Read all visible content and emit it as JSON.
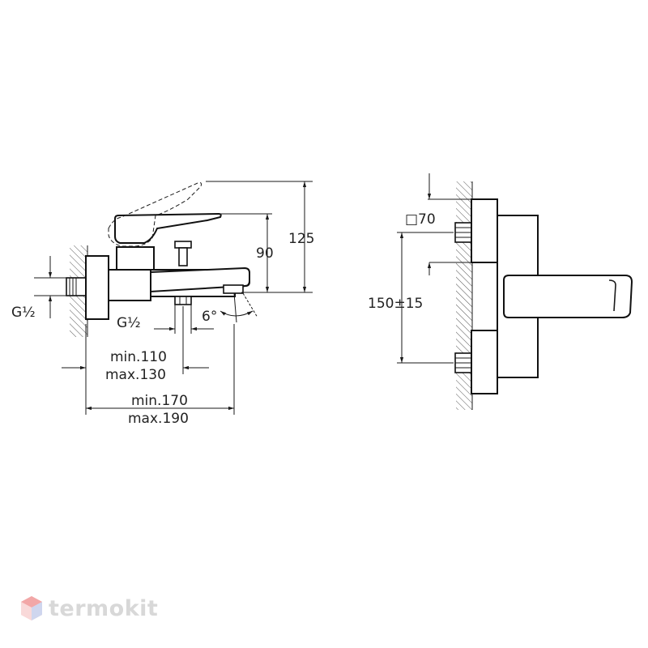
{
  "side_view": {
    "height_total": "125",
    "height_lever": "90",
    "inlet_thread": "G½",
    "outlet_thread": "G½",
    "spout_angle": "6°",
    "dist_inner_min": "min.110",
    "dist_inner_max": "max.130",
    "dist_outer_min": "min.170",
    "dist_outer_max": "max.190"
  },
  "front_view": {
    "flange_size": "□70",
    "inlet_spacing": "150±15"
  },
  "watermark": {
    "text": "termokit",
    "icon": "hexagon-cube-icon"
  }
}
